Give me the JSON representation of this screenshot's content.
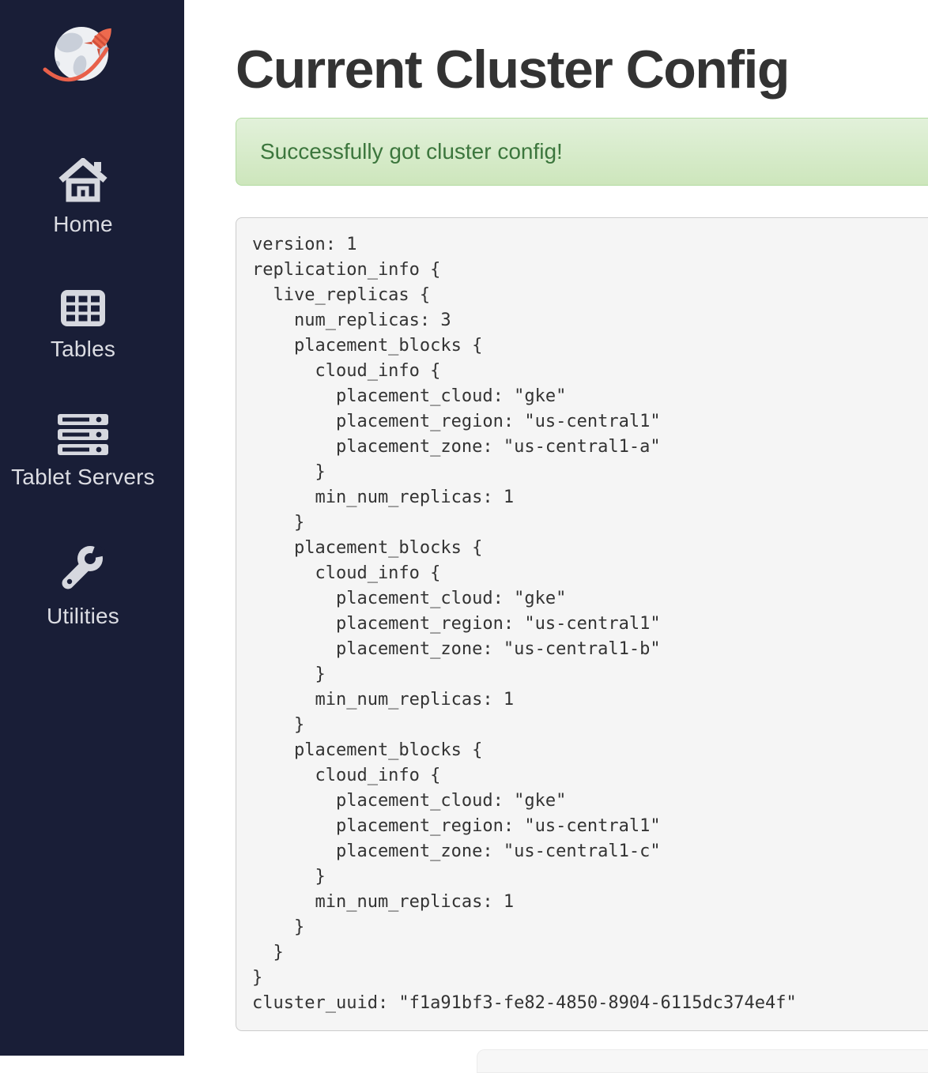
{
  "sidebar": {
    "bg_color": "#191e37",
    "logo": {
      "name": "yugabytedb-logo",
      "globe_color": "#eef0f3",
      "accent_color": "#e8604a"
    },
    "items": [
      {
        "label": "Home",
        "icon": "home-icon"
      },
      {
        "label": "Tables",
        "icon": "tables-icon"
      },
      {
        "label": "Tablet Servers",
        "icon": "tablet-servers-icon"
      },
      {
        "label": "Utilities",
        "icon": "utilities-wrench-icon"
      }
    ]
  },
  "main": {
    "heading": "Current Cluster Config",
    "alert": {
      "type": "success",
      "message": "Successfully got cluster config!",
      "text_color": "#3c763d",
      "bg_color": "#dff0d8",
      "border_color": "#b2dba1"
    },
    "config": {
      "text": "version: 1\nreplication_info {\n  live_replicas {\n    num_replicas: 3\n    placement_blocks {\n      cloud_info {\n        placement_cloud: \"gke\"\n        placement_region: \"us-central1\"\n        placement_zone: \"us-central1-a\"\n      }\n      min_num_replicas: 1\n    }\n    placement_blocks {\n      cloud_info {\n        placement_cloud: \"gke\"\n        placement_region: \"us-central1\"\n        placement_zone: \"us-central1-b\"\n      }\n      min_num_replicas: 1\n    }\n    placement_blocks {\n      cloud_info {\n        placement_cloud: \"gke\"\n        placement_region: \"us-central1\"\n        placement_zone: \"us-central1-c\"\n      }\n      min_num_replicas: 1\n    }\n  }\n}\ncluster_uuid: \"f1a91bf3-fe82-4850-8904-6115dc374e4f\"",
      "version": "1",
      "num_replicas": "3",
      "placement_cloud": "gke",
      "placement_region": "us-central1",
      "placement_zones": [
        "us-central1-a",
        "us-central1-b",
        "us-central1-c"
      ],
      "min_num_replicas": "1",
      "cluster_uuid": "f1a91bf3-fe82-4850-8904-6115dc374e4f"
    }
  }
}
